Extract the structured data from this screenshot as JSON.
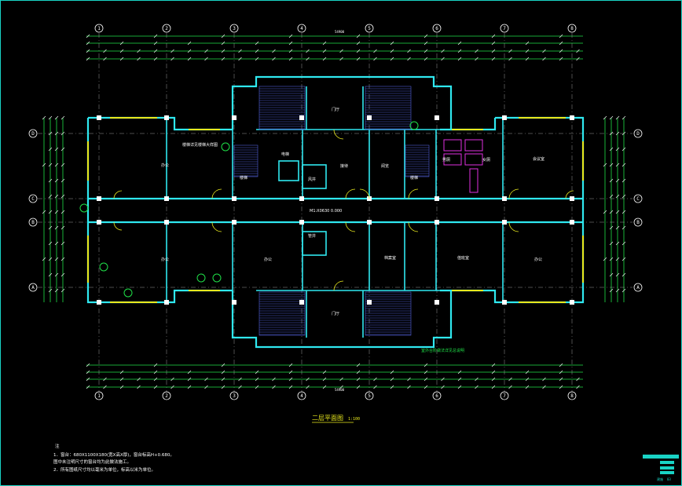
{
  "drawing": {
    "title": "二层平面图",
    "scale": "1:100",
    "grid_columns": [
      "1",
      "2",
      "3",
      "4",
      "5",
      "6",
      "7",
      "8"
    ],
    "grid_rows": [
      "D",
      "C",
      "B",
      "A"
    ],
    "total_dim": "54900",
    "notes": {
      "heading": "注",
      "line1": "1．窗台：680X1100X180(宽X高X厚)，窗台标高H+0.680。",
      "line2": "   图中未注明尺寸的窗台均为此做法施工。",
      "line3": "2．所有图纸尺寸均以毫米为单位，标高以米为单位。"
    },
    "room_labels": {
      "office_left_top": "办公",
      "office_left_bottom": "办公",
      "office_mid_bottom": "办公",
      "office_right_bottom": "办公",
      "meeting": "会议室",
      "reception": "接待",
      "reading": "阅览",
      "archive": "档案室",
      "wc_m": "男厕",
      "wc_f": "女厕",
      "duty": "值班室",
      "elevator": "电梯",
      "stair_left": "楼梯",
      "stair_right": "楼梯",
      "lobby_top": "门厅",
      "lobby_bottom": "门厅",
      "shaft": "风井",
      "well": "管井"
    },
    "callouts": {
      "center_tag": "M1:X0630  0.000",
      "stair_note": "楼梯详见楼梯大样图",
      "bottom_note": "室外台阶做法详见总说明"
    },
    "title_block": {
      "sheet": "建施",
      "no": "03"
    }
  }
}
